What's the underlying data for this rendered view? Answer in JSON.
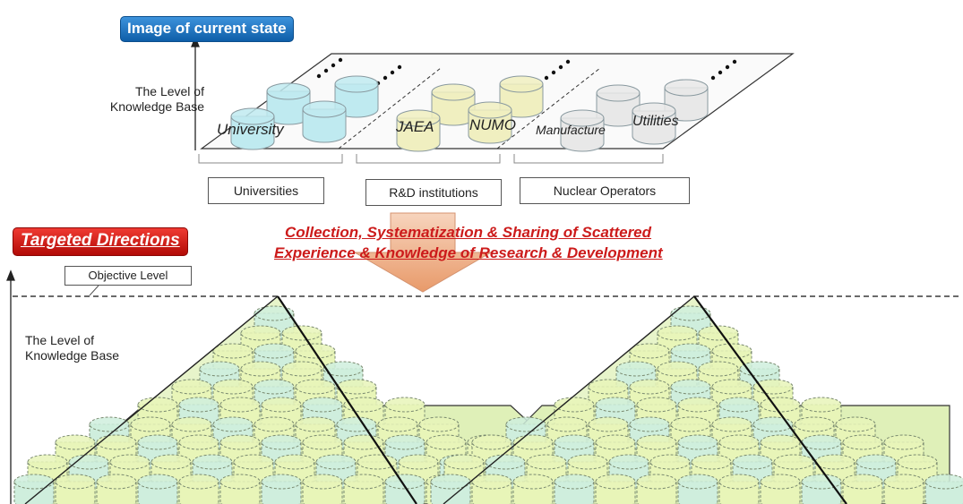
{
  "current_state": {
    "tag": "Image of current state",
    "axis_label": "The Level of\nKnowledge Base",
    "groups": [
      {
        "name": "Universities",
        "cylinder_labels": [
          "University"
        ],
        "color": "#bfeaf0"
      },
      {
        "name": "R&D institutions",
        "cylinder_labels": [
          "JAEA",
          "NUMO"
        ],
        "color": "#f0efc0"
      },
      {
        "name": "Nuclear Operators",
        "cylinder_labels": [
          "Manufacture",
          "Utilities"
        ],
        "color": "#e8e8e8"
      }
    ]
  },
  "transition": {
    "headline_line1": "Collection, Systematization & Sharing of Scattered",
    "headline_line2": "Experience & Knowledge of Research & Development",
    "arrow_color": "#f2b58f",
    "headline_color": "#cc1b1b"
  },
  "targeted": {
    "tag": "Targeted Directions",
    "objective_label": "Objective Level",
    "axis_label": "The Level of\nKnowledge Base",
    "pyramid_count": 2,
    "pyramid_fill": "#dff0b8",
    "cylinder_colors": [
      "#e8f5b8",
      "#cfeedd"
    ]
  },
  "colors": {
    "current_tag": "#1f77c7",
    "target_tag": "#d8241c"
  }
}
